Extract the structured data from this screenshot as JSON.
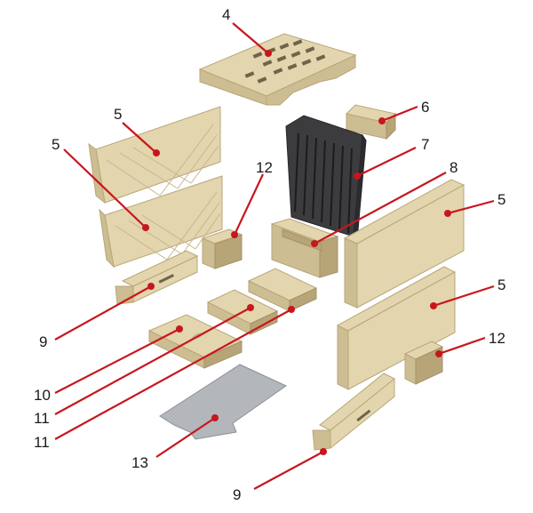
{
  "callouts": [
    {
      "id": "c4",
      "label": "4"
    },
    {
      "id": "c6",
      "label": "6"
    },
    {
      "id": "c5a",
      "label": "5"
    },
    {
      "id": "c5b",
      "label": "5"
    },
    {
      "id": "c7",
      "label": "7"
    },
    {
      "id": "c12a",
      "label": "12"
    },
    {
      "id": "c8",
      "label": "8"
    },
    {
      "id": "c5c",
      "label": "5"
    },
    {
      "id": "c5d",
      "label": "5"
    },
    {
      "id": "c12b",
      "label": "12"
    },
    {
      "id": "c9a",
      "label": "9"
    },
    {
      "id": "c10",
      "label": "10"
    },
    {
      "id": "c11a",
      "label": "11"
    },
    {
      "id": "c11b",
      "label": "11"
    },
    {
      "id": "c13",
      "label": "13"
    },
    {
      "id": "c9b",
      "label": "9"
    }
  ],
  "colors": {
    "leader": "#c8161d",
    "brick": "#e3d5ad",
    "grate": "#3c3c3f",
    "plate": "#b3b6ba"
  }
}
